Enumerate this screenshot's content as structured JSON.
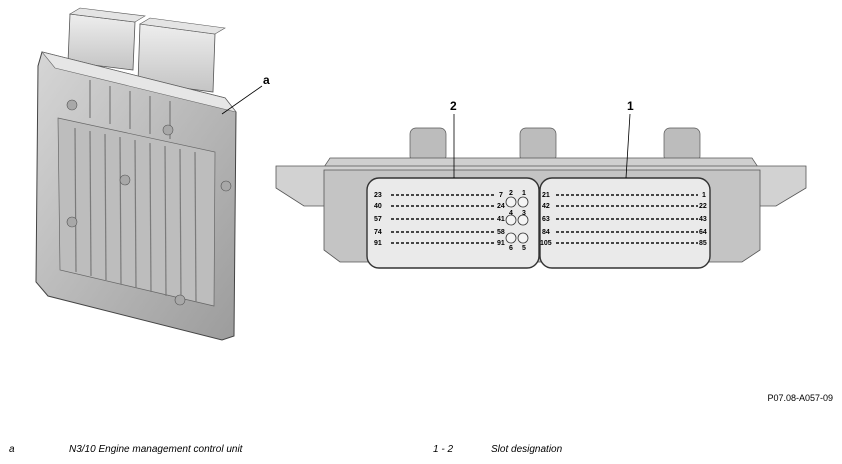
{
  "callouts": {
    "a": "a",
    "c1": "1",
    "c2": "2"
  },
  "pin_labels": {
    "left": [
      "23",
      "40",
      "57",
      "74",
      "91"
    ],
    "left_inner": [
      "7",
      "24",
      "41",
      "58",
      "91"
    ],
    "mid_top": [
      "2",
      "1"
    ],
    "mid_mid": [
      "4",
      "3"
    ],
    "mid_bot": [
      "6",
      "5"
    ],
    "right_inner": [
      "21",
      "42",
      "63",
      "84",
      "105"
    ],
    "right": [
      "1",
      "22",
      "43",
      "64",
      "85"
    ]
  },
  "figure_ref": "P07.08-A057-09",
  "legend": [
    {
      "key": "a",
      "desc": "N3/10 Engine management control unit"
    },
    {
      "key": "1 - 2",
      "desc": "Slot designation"
    }
  ]
}
